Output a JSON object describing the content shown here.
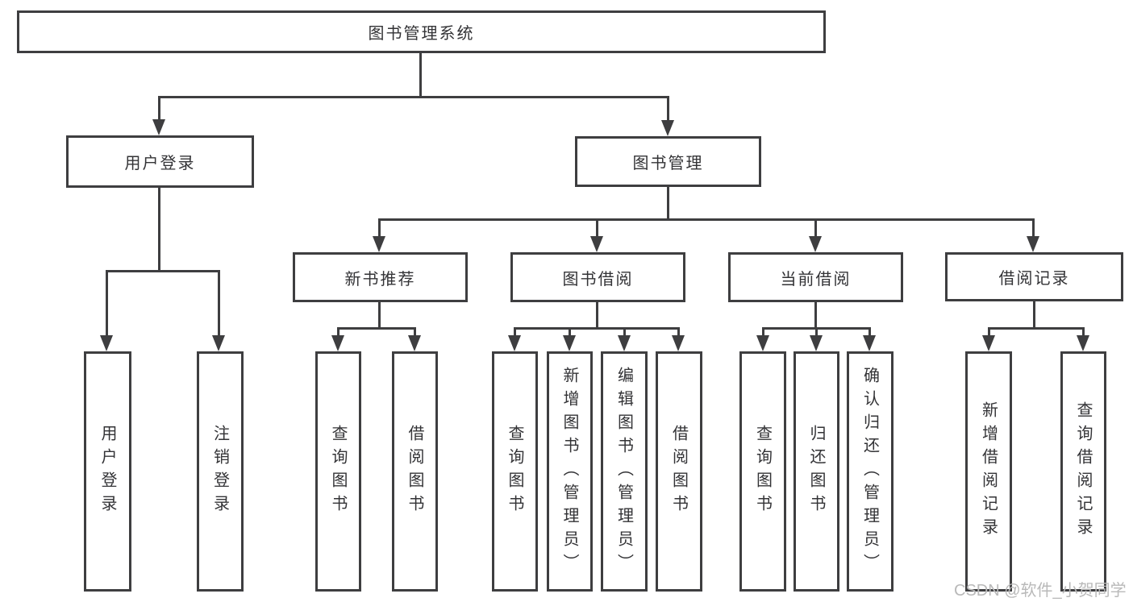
{
  "tree": {
    "root": {
      "label": "图书管理系统"
    },
    "branches": [
      {
        "label": "用户登录",
        "leaves": [
          {
            "label": "用户登录"
          },
          {
            "label": "注销登录"
          }
        ]
      },
      {
        "label": "图书管理",
        "groups": [
          {
            "label": "新书推荐",
            "leaves": [
              {
                "label": "查询图书"
              },
              {
                "label": "借阅图书"
              }
            ]
          },
          {
            "label": "图书借阅",
            "leaves": [
              {
                "label": "查询图书"
              },
              {
                "label": "新增图书（管理员）"
              },
              {
                "label": "编辑图书（管理员）"
              },
              {
                "label": "借阅图书"
              }
            ]
          },
          {
            "label": "当前借阅",
            "leaves": [
              {
                "label": "查询图书"
              },
              {
                "label": "归还图书"
              },
              {
                "label": "确认归还（管理员）"
              }
            ]
          },
          {
            "label": "借阅记录",
            "leaves": [
              {
                "label": "新增借阅记录"
              },
              {
                "label": "查询借阅记录"
              }
            ]
          }
        ]
      }
    ]
  },
  "watermark": {
    "text": "CSDN @软件_小贺同学"
  },
  "colors": {
    "line": "#3e3e40",
    "text": "#333336",
    "watermark": "#b9b9b9",
    "background": "#ffffff"
  }
}
